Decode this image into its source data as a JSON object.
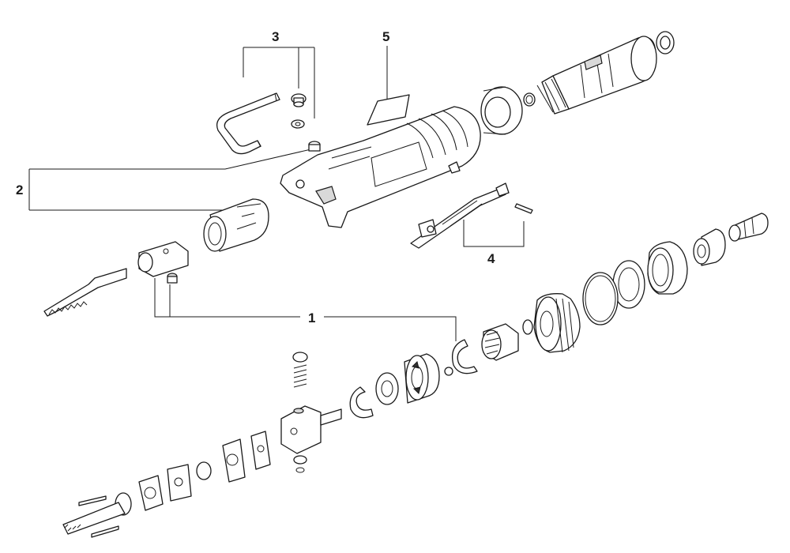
{
  "callouts": {
    "c1": "1",
    "c2": "2",
    "c3": "3",
    "c4": "4",
    "c5": "5"
  },
  "colors": {
    "ink": "#1a1a1a",
    "paper": "#ffffff",
    "shade": "#d9d9d9"
  }
}
